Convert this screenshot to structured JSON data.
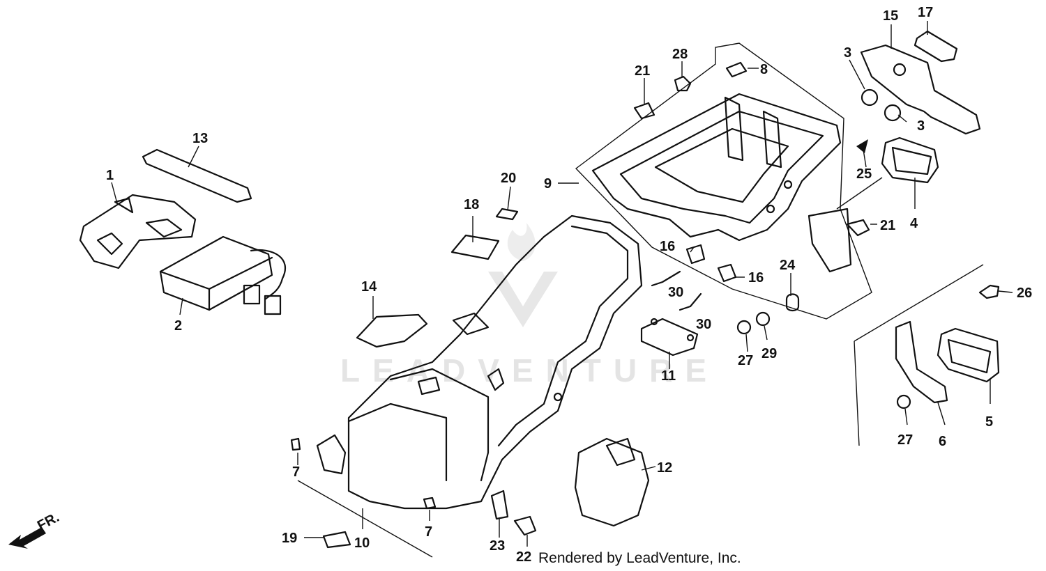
{
  "watermark": "LEADVENTURE",
  "footer": "Rendered by LeadVenture, Inc.",
  "direction": "FR.",
  "labels": [
    "1",
    "2",
    "3",
    "3",
    "4",
    "5",
    "6",
    "7",
    "7",
    "8",
    "9",
    "10",
    "11",
    "12",
    "13",
    "14",
    "15",
    "16",
    "16",
    "17",
    "18",
    "19",
    "20",
    "21",
    "21",
    "22",
    "23",
    "24",
    "25",
    "26",
    "27",
    "27",
    "28",
    "29",
    "30",
    "30"
  ]
}
